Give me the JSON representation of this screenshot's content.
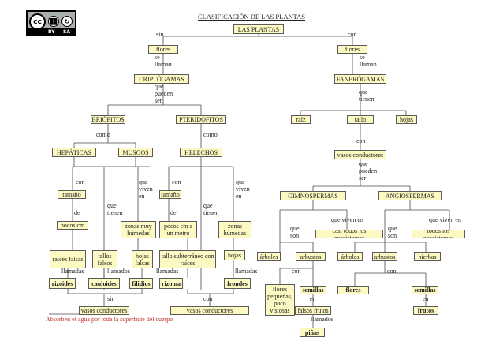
{
  "title": "CLASIFICACIÓN DE LAS PLANTAS",
  "license": {
    "main": "cc",
    "icon_by": "person-icon",
    "icon_sa": "share-alike-icon",
    "by": "BY",
    "sa": "SA"
  },
  "colors": {
    "box_fill": "#fdf9c2",
    "border": "#5a5a5a",
    "line": "#4a4a4a",
    "note": "#c0302a"
  },
  "nodes": {
    "las_plantas": "LAS PLANTAS",
    "flores_sin": "flores",
    "flores_con": "flores",
    "criptogamas": "CRIPTÓGAMAS",
    "fanerogamas": "FANERÓGAMAS",
    "briofitos": "BRIÓFITOS",
    "pteridofitos": "PTERIDOFITOS",
    "raiz": "raíz",
    "tallo": "tallo",
    "hojas_top": "hojas",
    "hepaticas": "HEPÁTICAS",
    "musgos": "MUSGOS",
    "helechos": "HELECHOS",
    "vasos_fan": "vasos conductores",
    "gimnospermas": "GIMNOSPERMAS",
    "angiospermas": "ANGIOSPERMAS",
    "tamano_b": "tamaño",
    "tamano_p": "tamaño",
    "pocos_cm": "pocos cm",
    "zonas_muy_humedas": "zonas muy húmedas",
    "pocos_cm_metro": "pocos cm a un metro",
    "zonas_humedas": "zonas húmedas",
    "casi_todos_g": "casi todos los ecosistemas",
    "todos_a": "todos los ecosistemas",
    "raices_falsas": "raíces falsas",
    "tallos_falsos": "tallos falsos",
    "hojas_falsas": "hojas falsas",
    "tallo_subterraneo": "tallo subterráneo con raíces",
    "hojas_p": "hojas",
    "arboles_g": "árboles",
    "arbustos_g": "arbustos",
    "arboles_a": "árboles",
    "arbustos_a": "arbustos",
    "hierbas": "hierbas",
    "rizoides": "rizoides",
    "cauloides": "cauloides",
    "filidios": "filidios",
    "rizoma": "rizoma",
    "frondes": "frondes",
    "flores_g": "flores pequeñas, poco vistosas",
    "semillas_g": "semillas",
    "flores_a": "flores",
    "semillas_a": "semillas",
    "vasos_bri": "vasos conductores",
    "vasos_pte": "vasos conductores",
    "falsos_frutos": "falsos frutos",
    "frutos": "frutos",
    "pinas": "piñas"
  },
  "labels": {
    "sin": "sin",
    "con": "con",
    "se_llaman_1": "se llaman",
    "se_llaman_2": "se llaman",
    "que_pueden_ser_1": "que pueden ser",
    "que_tienen_fan": "que tienen",
    "como_b": "como",
    "como_p": "como",
    "con_fan": "con",
    "que_pueden_ser_2": "que pueden ser",
    "con_b": "con",
    "que_viven_en_b": "que viven en",
    "con_p": "con",
    "que_viven_en_p": "que viven en",
    "que_tienen_b": "que tienen",
    "que_tienen_p": "que tienen",
    "de_b": "de",
    "de_p": "de",
    "que_viven_en_g": "que viven en",
    "que_viven_en_a": "que viven en",
    "que_son_g": "que son",
    "que_son_a": "que son",
    "llamadas_1": "llamadas",
    "llamados_2": "llamados",
    "llamadas_3": "llamadas",
    "llamadas_4": "llamadas",
    "con_g": "con",
    "con_a": "con",
    "sin_bottom": "sin",
    "con_bottom": "con",
    "en_g": "en",
    "en_a": "en",
    "llamados_g": "llamados",
    "note": "Absorben el agua por toda la superficie del cuerpo"
  }
}
